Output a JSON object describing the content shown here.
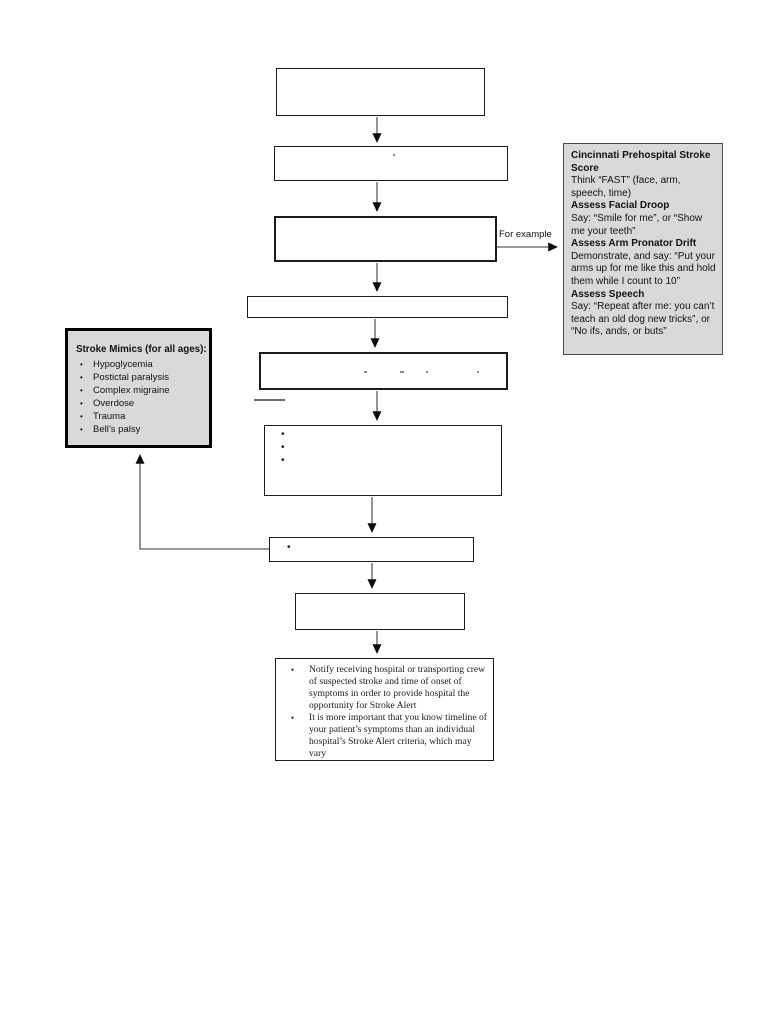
{
  "labels": {
    "for_example": "For example"
  },
  "cincinnati_panel": {
    "blocks": [
      {
        "text": "Cincinnati Prehospital Stroke Score",
        "bold": true
      },
      {
        "text": "Think “FAST” (face, arm, speech, time)",
        "bold": false
      },
      {
        "text": "Assess Facial Droop",
        "bold": true
      },
      {
        "text": "Say: “Smile for me”, or “Show me your teeth”",
        "bold": false
      },
      {
        "text": "Assess Arm Pronator Drift",
        "bold": true
      },
      {
        "text": "Demonstrate, and say: “Put your arms up for me like this and hold them while I count to 10”",
        "bold": false
      },
      {
        "text": "Assess Speech",
        "bold": true
      },
      {
        "text": "Say: “Repeat after me: you can’t teach an old dog new tricks”, or “No ifs, ands, or buts”",
        "bold": false
      }
    ]
  },
  "stroke_mimics_panel": {
    "title": "Stroke Mimics (for all ages):",
    "items": [
      "Hypoglycemia",
      "Postictal paralysis",
      "Complex migraine",
      "Overdose",
      "Trauma",
      "Bell’s palsy"
    ]
  },
  "notify_box": {
    "items": [
      "Notify receiving hospital or transporting crew of suspected  stroke and time of onset of symptoms in order to provide hospital the opportunity for Stroke Alert",
      "It is more important that you know timeline of your patient’s symptoms than an individual hospital’s Stroke Alert criteria, which may vary"
    ]
  },
  "empty_flow_boxes": {
    "box6_bullets": [
      "",
      "",
      ""
    ],
    "box7_bullets": [
      ""
    ]
  }
}
